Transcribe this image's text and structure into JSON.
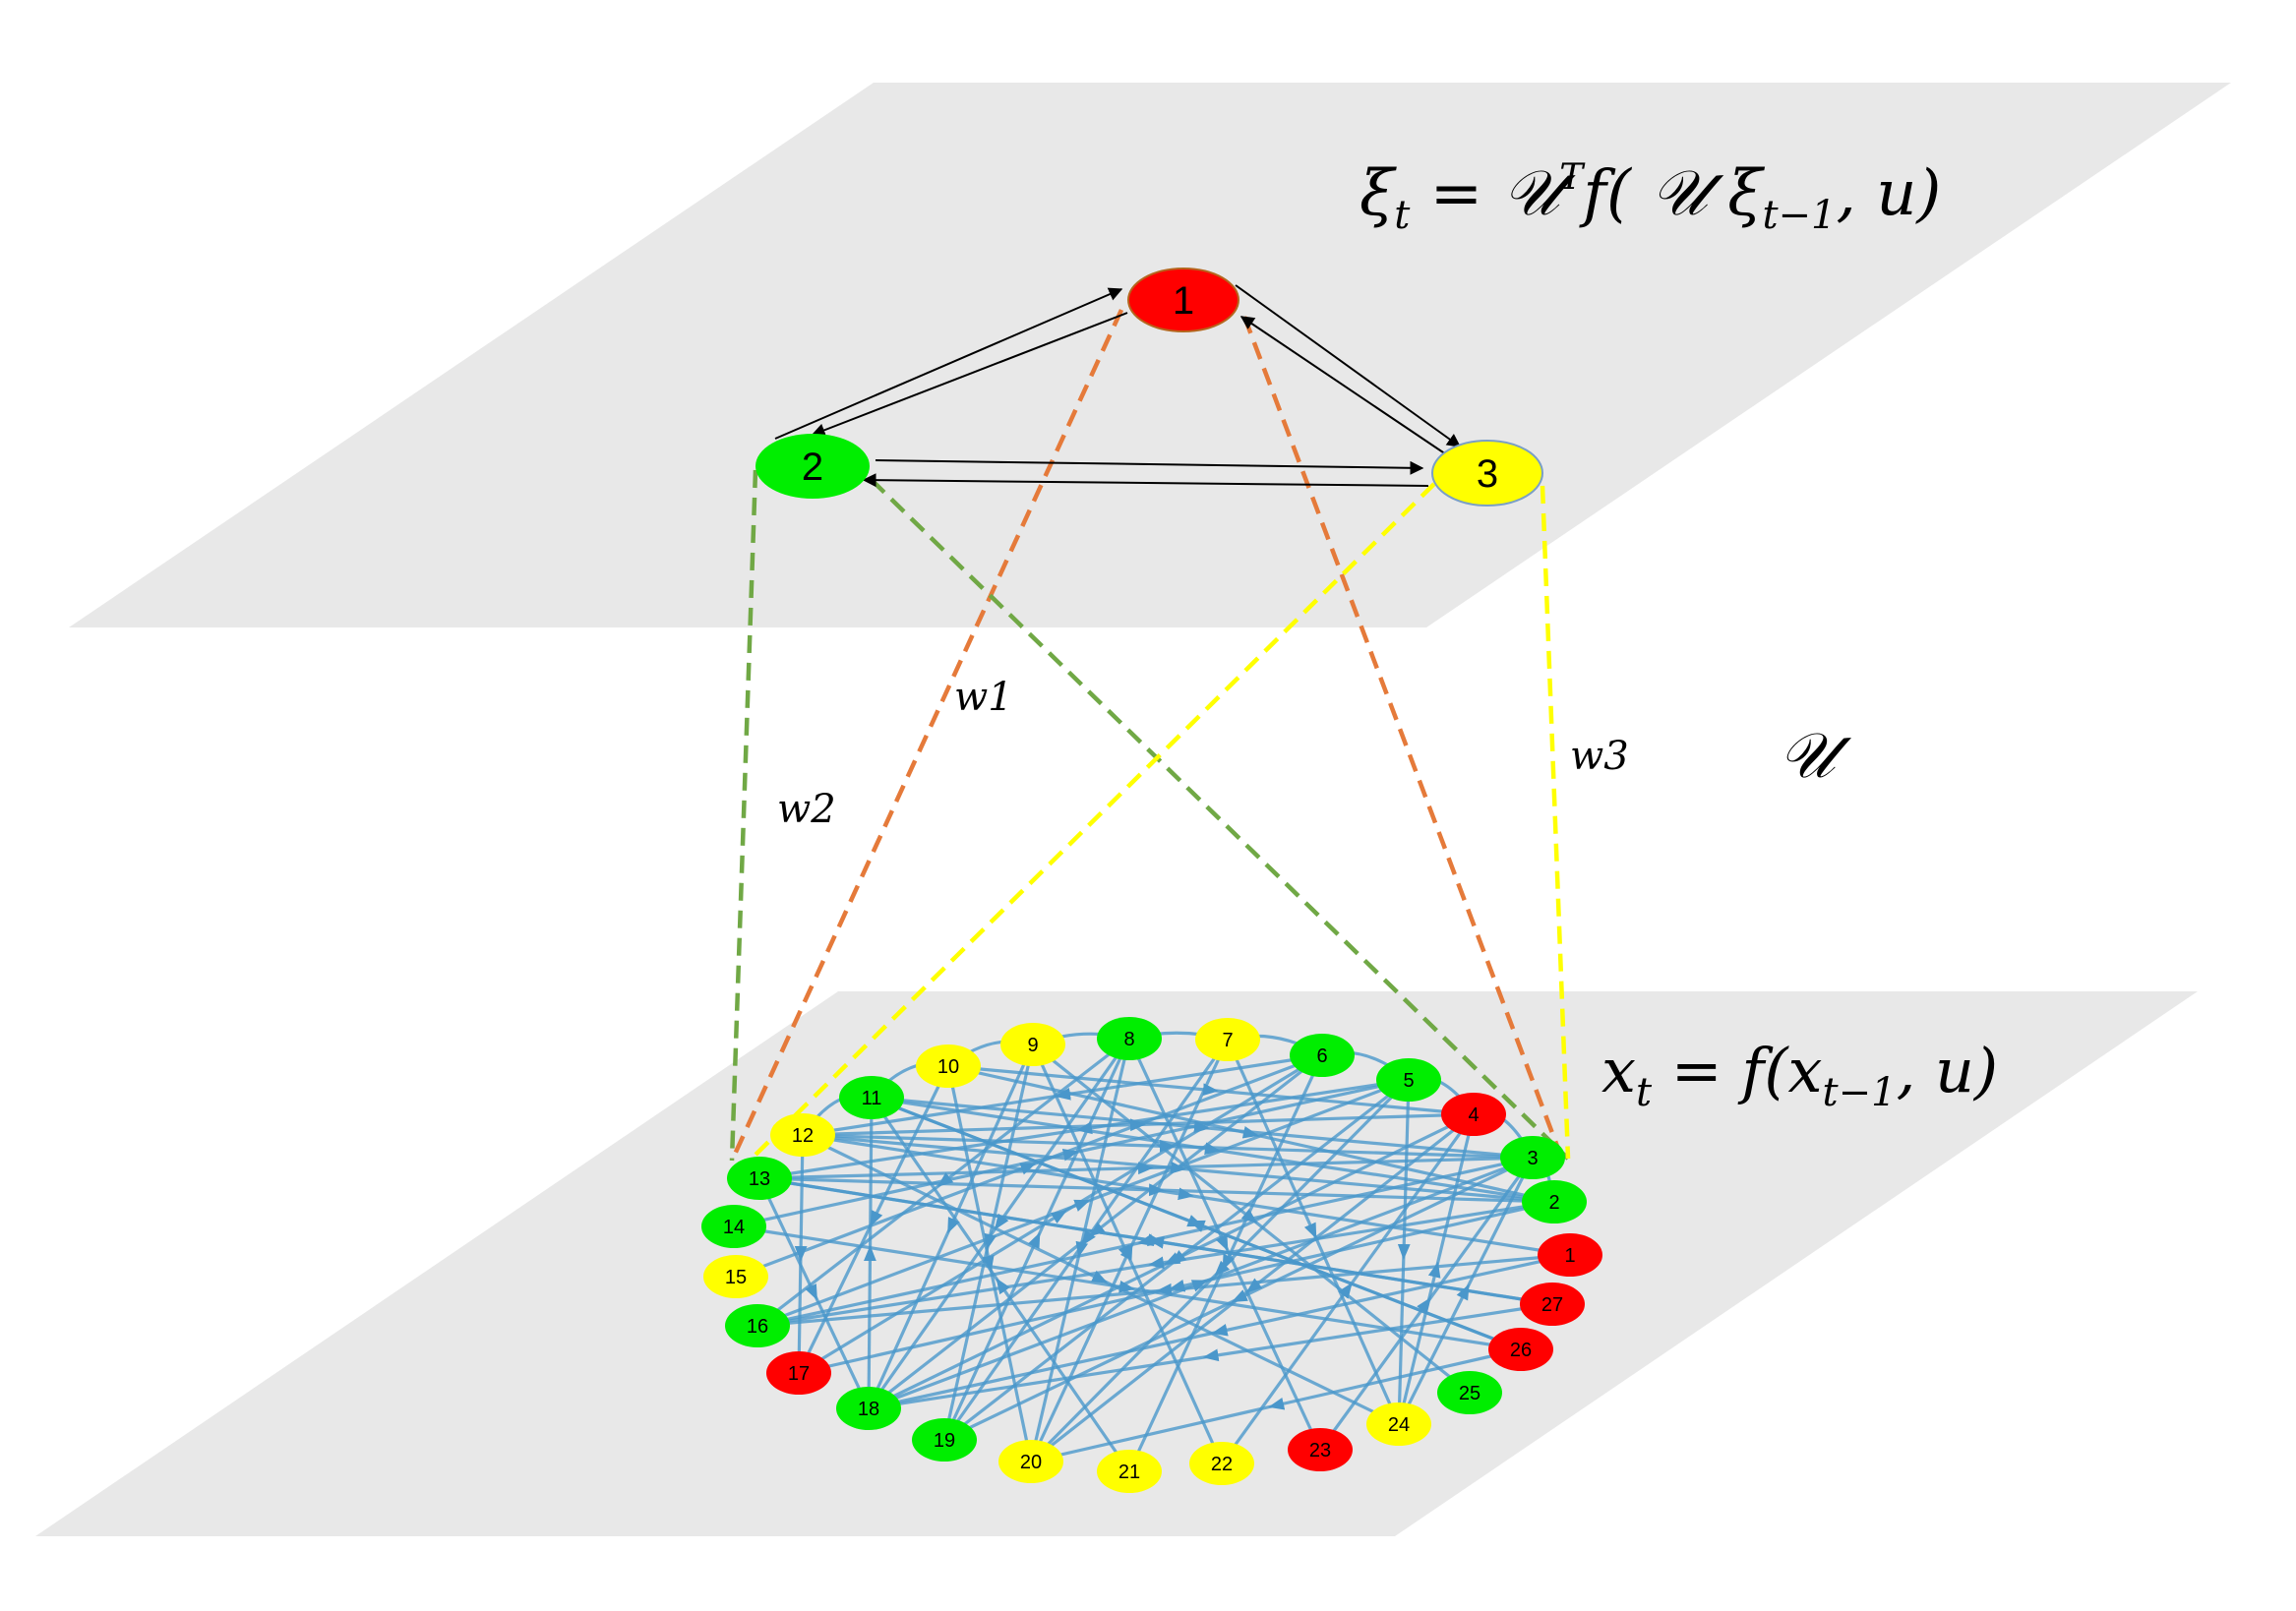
{
  "colors": {
    "plane": "#e8e8e8",
    "red": "#ff0000",
    "green": "#00ee00",
    "yellow": "#ffff00",
    "orange_dash": "#e57a3a",
    "green_dash": "#70a845",
    "yellow_dash": "#ffff00",
    "blue_edge": "#4a97cb",
    "arrow": "#000000"
  },
  "top_layer": {
    "formula_xi": "ξ",
    "formula_xi_sub": "t",
    "formula_rest": " = 𝒰",
    "formula_sup": "T",
    "formula_f": "f( 𝒰 ξ",
    "formula_sub2": "t−1",
    "formula_end": ", u)",
    "nodes": [
      {
        "label": "1",
        "color": "red"
      },
      {
        "label": "2",
        "color": "green"
      },
      {
        "label": "3",
        "color": "yellow"
      }
    ]
  },
  "mapping": {
    "w1": "w1",
    "w2": "w2",
    "w3": "w3",
    "operator": "𝒰"
  },
  "bottom_layer": {
    "formula_x": "x",
    "formula_x_sub": "t",
    "formula_mid": " = f(x",
    "formula_sub2": "t−1",
    "formula_end": ", u)",
    "nodes": [
      {
        "label": "1",
        "color": "red"
      },
      {
        "label": "2",
        "color": "green"
      },
      {
        "label": "3",
        "color": "green"
      },
      {
        "label": "4",
        "color": "red"
      },
      {
        "label": "5",
        "color": "green"
      },
      {
        "label": "6",
        "color": "green"
      },
      {
        "label": "7",
        "color": "yellow"
      },
      {
        "label": "8",
        "color": "green"
      },
      {
        "label": "9",
        "color": "yellow"
      },
      {
        "label": "10",
        "color": "yellow"
      },
      {
        "label": "11",
        "color": "green"
      },
      {
        "label": "12",
        "color": "yellow"
      },
      {
        "label": "13",
        "color": "green"
      },
      {
        "label": "14",
        "color": "green"
      },
      {
        "label": "15",
        "color": "yellow"
      },
      {
        "label": "16",
        "color": "green"
      },
      {
        "label": "17",
        "color": "red"
      },
      {
        "label": "18",
        "color": "green"
      },
      {
        "label": "19",
        "color": "green"
      },
      {
        "label": "20",
        "color": "yellow"
      },
      {
        "label": "21",
        "color": "yellow"
      },
      {
        "label": "22",
        "color": "yellow"
      },
      {
        "label": "23",
        "color": "red"
      },
      {
        "label": "24",
        "color": "yellow"
      },
      {
        "label": "25",
        "color": "green"
      },
      {
        "label": "26",
        "color": "red"
      },
      {
        "label": "27",
        "color": "red"
      }
    ]
  }
}
